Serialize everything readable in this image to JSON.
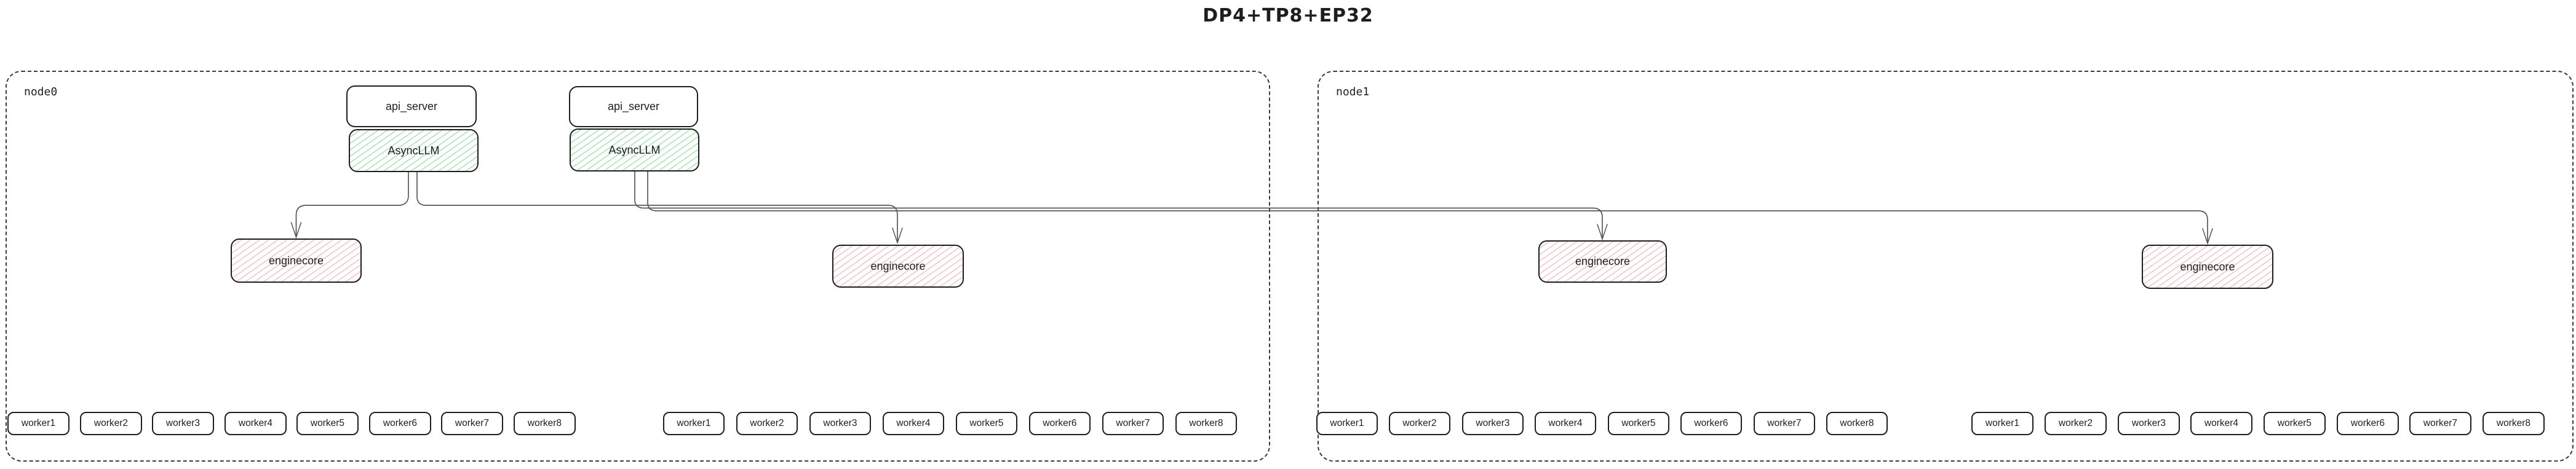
{
  "title": "DP4+TP8+EP32",
  "colors": {
    "background": "#ffffff",
    "box_border": "#1e1e1e",
    "asyncllm_hatch_green": "#40c057",
    "enginecore_hatch_red": "#e03131",
    "edge_line": "#575757",
    "node_dashed_border": "#3b3b3b"
  },
  "nodes": [
    {
      "label": "node0",
      "api_servers": [
        "api_server",
        "api_server"
      ],
      "asyncllms": [
        "AsyncLLM",
        "AsyncLLM"
      ],
      "enginecores": [
        "enginecore",
        "enginecore"
      ],
      "worker_groups": [
        [
          "worker1",
          "worker2",
          "worker3",
          "worker4",
          "worker5",
          "worker6",
          "worker7",
          "worker8"
        ],
        [
          "worker1",
          "worker2",
          "worker3",
          "worker4",
          "worker5",
          "worker6",
          "worker7",
          "worker8"
        ]
      ]
    },
    {
      "label": "node1",
      "enginecores": [
        "enginecore",
        "enginecore"
      ],
      "worker_groups": [
        [
          "worker1",
          "worker2",
          "worker3",
          "worker4",
          "worker5",
          "worker6",
          "worker7",
          "worker8"
        ],
        [
          "worker1",
          "worker2",
          "worker3",
          "worker4",
          "worker5",
          "worker6",
          "worker7",
          "worker8"
        ]
      ]
    }
  ]
}
